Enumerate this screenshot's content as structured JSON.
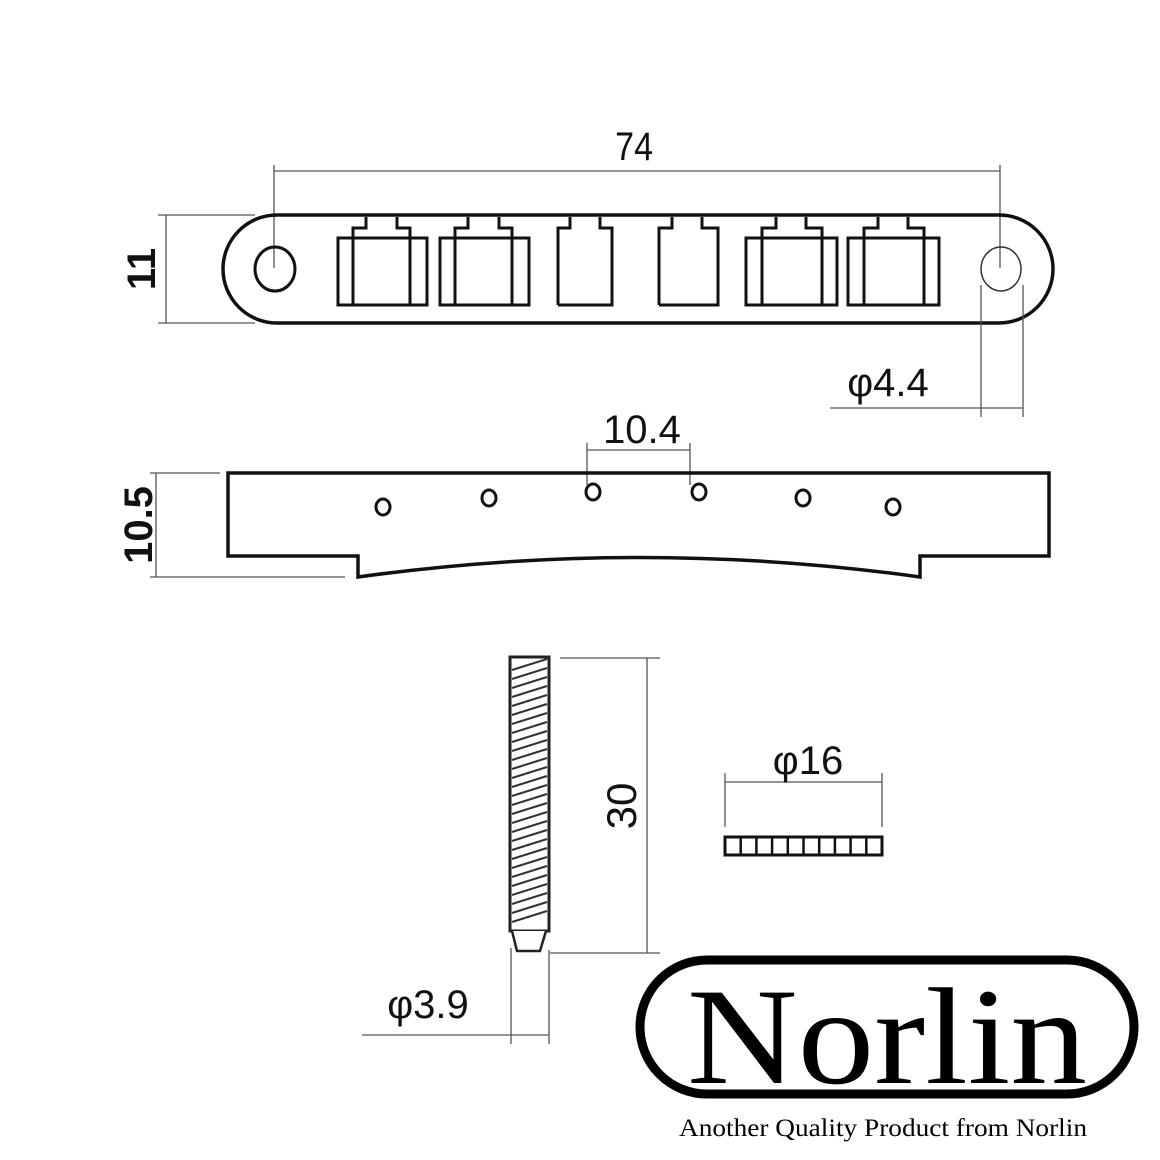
{
  "diagram": {
    "subject": "Tune-o-matic style guitar bridge technical drawing",
    "units": "mm",
    "top_view": {
      "overall_length_label": "74",
      "height_label": "11",
      "post_hole_diameter_label": "φ4.4",
      "saddle_count": 6
    },
    "side_view": {
      "saddle_spacing_label": "10.4",
      "height_label": "10.5",
      "string_hole_count": 6
    },
    "stud": {
      "length_label": "30",
      "diameter_label": "φ3.9"
    },
    "thumbwheel": {
      "diameter_label": "φ16"
    }
  },
  "logo": {
    "brand": "Norlin",
    "tagline": "Another Quality Product from Norlin"
  },
  "colors": {
    "line": "#111111",
    "dimension_line": "#555555",
    "background": "#ffffff"
  }
}
